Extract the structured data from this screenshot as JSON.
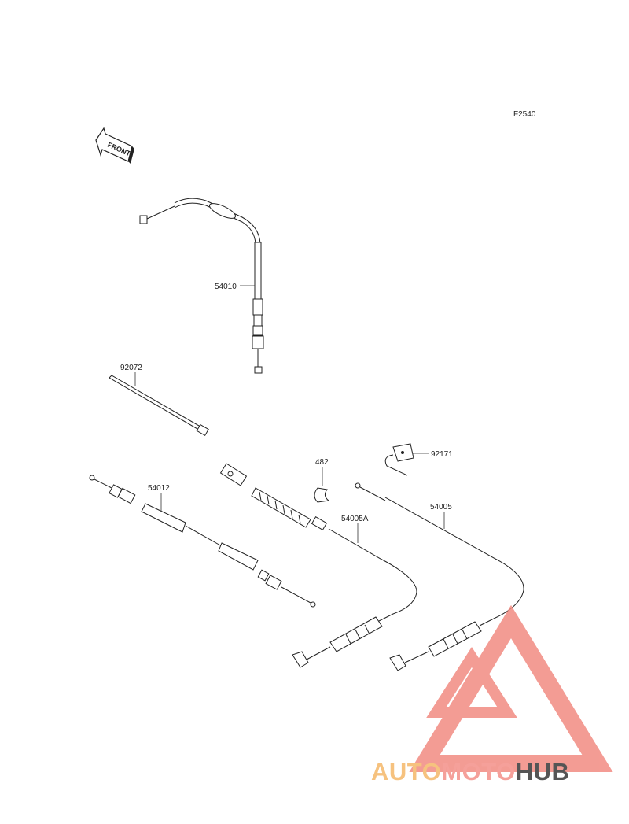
{
  "figure_code": "F2540",
  "front_marker": "FRONT",
  "parts": [
    {
      "number": "54010"
    },
    {
      "number": "92072"
    },
    {
      "number": "54012"
    },
    {
      "number": "482"
    },
    {
      "number": "54005A"
    },
    {
      "number": "92171"
    },
    {
      "number": "54005"
    }
  ],
  "watermark": {
    "part1": "AUTO",
    "part2": "MOTO",
    "part3": "HUB",
    "colors": {
      "auto": "#f6c27f",
      "moto": "#f5a09a",
      "hub": "#555555",
      "triangle": "#f28b82"
    }
  }
}
